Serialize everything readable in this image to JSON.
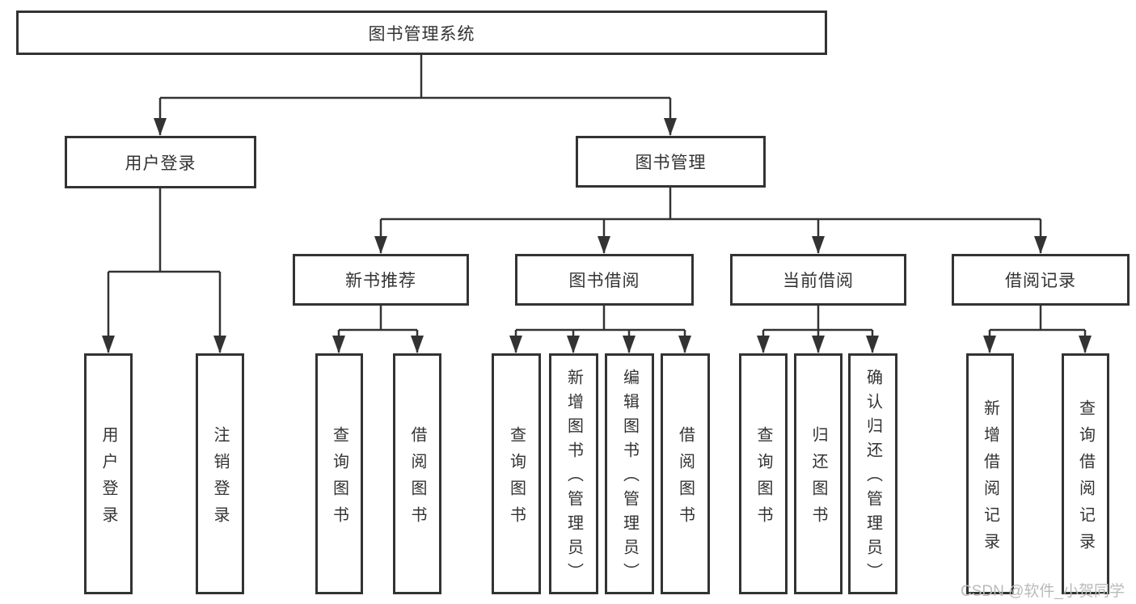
{
  "diagram": {
    "root": {
      "label": "图书管理系统"
    },
    "branches": [
      {
        "label": "用户登录",
        "children": [
          {
            "label": "用户登录"
          },
          {
            "label": "注销登录"
          }
        ]
      },
      {
        "label": "图书管理",
        "children": [
          {
            "label": "新书推荐",
            "children": [
              {
                "label": "查询图书"
              },
              {
                "label": "借阅图书"
              }
            ]
          },
          {
            "label": "图书借阅",
            "children": [
              {
                "label": "查询图书"
              },
              {
                "label": "新增图书（管理员）"
              },
              {
                "label": "编辑图书（管理员）"
              },
              {
                "label": "借阅图书"
              }
            ]
          },
          {
            "label": "当前借阅",
            "children": [
              {
                "label": "查询图书"
              },
              {
                "label": "归还图书"
              },
              {
                "label": "确认归还（管理员）"
              }
            ]
          },
          {
            "label": "借阅记录",
            "children": [
              {
                "label": "新增借阅记录"
              },
              {
                "label": "查询借阅记录"
              }
            ]
          }
        ]
      }
    ]
  },
  "watermark": {
    "text": "CSDN @软件_小贺同学"
  },
  "colors": {
    "line": "#333333",
    "text": "#333333",
    "background": "#ffffff",
    "watermark": "#bababa"
  }
}
